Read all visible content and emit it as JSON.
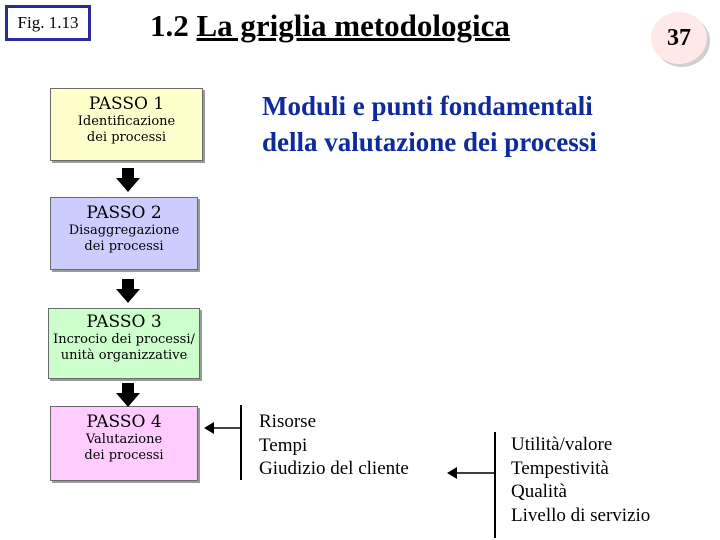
{
  "header": {
    "fig_label": "Fig. 1.13",
    "title_number": "1.2",
    "title_text": "La griglia metodologica",
    "page_number": "37"
  },
  "subtitle": {
    "line1": "Moduli e punti fondamentali",
    "line2": "della valutazione dei processi"
  },
  "steps": [
    {
      "title": "PASSO 1",
      "desc_line1": "Identificazione",
      "desc_line2": "dei processi"
    },
    {
      "title": "PASSO 2",
      "desc_line1": "Disaggregazione",
      "desc_line2": "dei processi"
    },
    {
      "title": "PASSO 3",
      "desc_line1": "Incrocio dei processi/",
      "desc_line2": "unità organizzative"
    },
    {
      "title": "PASSO 4",
      "desc_line1": "Valutazione",
      "desc_line2": "dei processi"
    }
  ],
  "criteria_list": [
    "Risorse",
    "Tempi",
    "Giudizio del cliente"
  ],
  "outcomes_list": [
    "Utilità/valore",
    "Tempestività",
    "Qualità",
    "Livello di servizio"
  ]
}
